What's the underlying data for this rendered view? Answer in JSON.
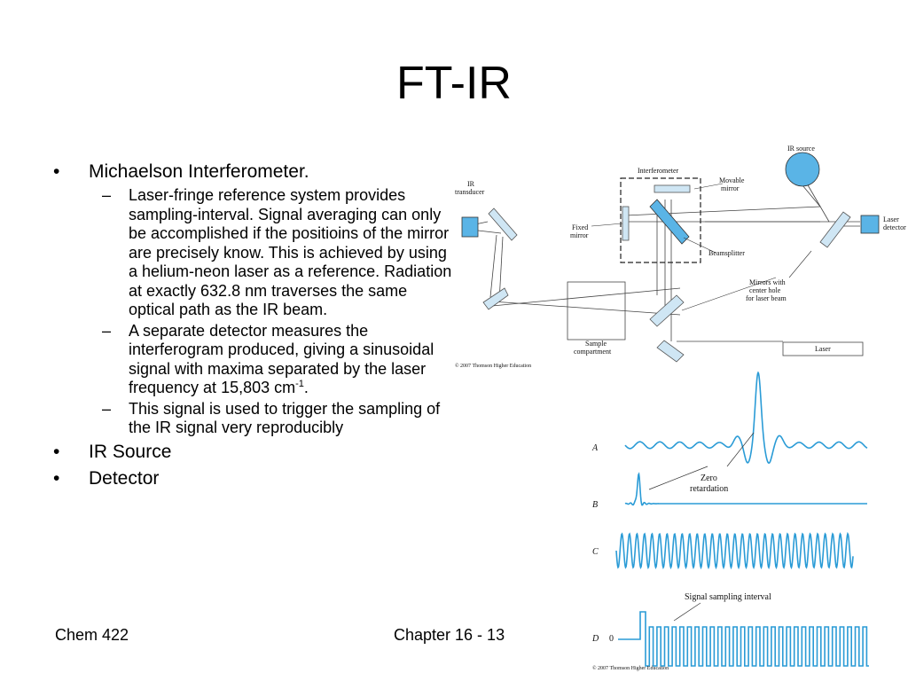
{
  "title": "FT-IR",
  "bullets": [
    {
      "text": "Michaelson Interferometer.",
      "subs": [
        {
          "text": "Laser-fringe reference system provides sampling-interval. Signal averaging can only be accomplished if the positioins of the mirror are precisely know.  This is achieved by using a helium-neon laser as a reference. Radiation at exactly 632.8 nm traverses the same optical path as the IR beam."
        },
        {
          "text": "A separate detector measures the interferogram produced, giving a sinusoidal signal with maxima separated by the laser frequency at 15,803 cm",
          "sup": "-1",
          "tail": "."
        },
        {
          "text": "This signal is used to trigger the sampling of the IR signal very reproducibly"
        }
      ]
    },
    {
      "text": "IR Source",
      "subs": []
    },
    {
      "text": "Detector",
      "subs": []
    }
  ],
  "bullet_mark": "•",
  "sub_mark": "–",
  "footer": {
    "left": "Chem 422",
    "center": "Chapter 16 - 13"
  },
  "diagram": {
    "ir_source": "IR source",
    "interferometer": "Interferometer",
    "ir_transducer_1": "IR",
    "ir_transducer_2": "transducer",
    "movable_mirror_1": "Movable",
    "movable_mirror_2": "mirror",
    "fixed_mirror_1": "Fixed",
    "fixed_mirror_2": "mirror",
    "beamsplitter": "Beamsplitter",
    "laser_detector_1": "Laser",
    "laser_detector_2": "detector",
    "mirrors_hole_1": "Mirrors with",
    "mirrors_hole_2": "center hole",
    "mirrors_hole_3": "for laser beam",
    "sample_1": "Sample",
    "sample_2": "compartment",
    "laser": "Laser",
    "copyright": "© 2007 Thomson Higher Education"
  },
  "waves": {
    "label_a": "A",
    "label_b": "B",
    "label_c": "C",
    "label_d": "D",
    "zero_1": "Zero",
    "zero_2": "retardation",
    "sampling": "Signal sampling interval",
    "d_zero": "0",
    "copyright": "© 2007 Thomson Higher Education"
  },
  "colors": {
    "accent": "#5ab4e6",
    "wave": "#2a9bd6",
    "line": "#444444"
  }
}
